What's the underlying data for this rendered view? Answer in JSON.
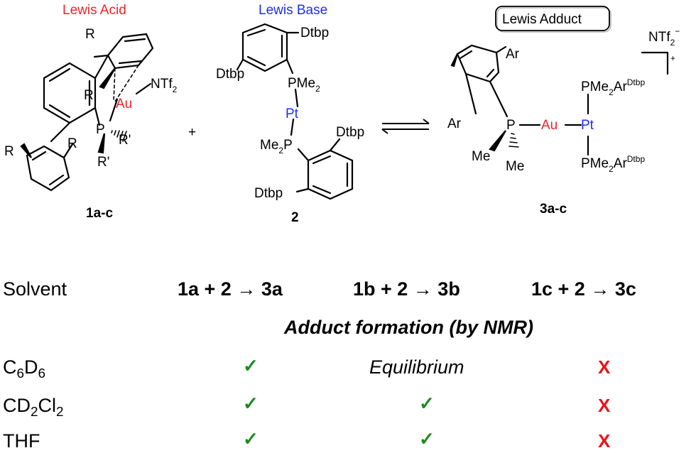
{
  "scheme": {
    "lewis_acid_label": "Lewis Acid",
    "lewis_base_label": "Lewis Base",
    "lewis_adduct_label": "Lewis Adduct",
    "plus": "+",
    "compound_1_label": "1a-c",
    "compound_2_label": "2",
    "compound_3_label": "3a-c",
    "compound_1": {
      "r_top": "R",
      "r_lower": "R",
      "r_left": "R",
      "r_right": "R",
      "au": "Au",
      "ntf2": "NTf",
      "ntf2_sub": "2",
      "p": "P",
      "r_prime_1": "R'",
      "r_prime_2": "R'"
    },
    "compound_2": {
      "dtbp_top": "Dtbp",
      "dtbp_left": "Dtbp",
      "dtbp_right": "Dtbp",
      "dtbp_bottom": "Dtbp",
      "pme2": "PMe",
      "pme2_sub": "2",
      "pt": "Pt",
      "me2p": "Me",
      "me2p_sub": "2",
      "me2p_p": "P"
    },
    "compound_3": {
      "ar_top": "Ar",
      "ar_left": "Ar",
      "p": "P",
      "au": "Au",
      "pt": "Pt",
      "me1": "Me",
      "me2": "Me",
      "pme2ar_top": "PMe",
      "pme2ar_top_sub": "2",
      "pme2ar_top_ar": "Ar",
      "pme2ar_top_sup": "Dtbp",
      "pme2ar_bottom": "PMe",
      "pme2ar_bottom_sub": "2",
      "pme2ar_bottom_ar": "Ar",
      "pme2ar_bottom_sup": "Dtbp",
      "counterion": "NTf",
      "counterion_sub": "2",
      "counterion_charge": "−",
      "cation_charge": "+"
    }
  },
  "table": {
    "solvent_header": "Solvent",
    "reactions": [
      "1a + 2 → 3a",
      "1b + 2 → 3b",
      "1c + 2 → 3c"
    ],
    "subheader": "Adduct formation (by NMR)",
    "rows": [
      {
        "solvent_main": "C",
        "solvent_sub1": "6",
        "solvent_mid": "D",
        "solvent_sub2": "6",
        "r1": "✓",
        "r2": "Equilibrium",
        "r3": "X"
      },
      {
        "solvent_main": "CD",
        "solvent_sub1": "2",
        "solvent_mid": "Cl",
        "solvent_sub2": "2",
        "r1": "✓",
        "r2": "✓",
        "r3": "X"
      },
      {
        "solvent_main": "THF",
        "solvent_sub1": "",
        "solvent_mid": "",
        "solvent_sub2": "",
        "r1": "✓",
        "r2": "✓",
        "r3": "X"
      }
    ]
  },
  "colors": {
    "acid": "#e8262a",
    "base": "#1f2ef0",
    "check": "#1d8a1d",
    "cross": "#e8141a"
  }
}
